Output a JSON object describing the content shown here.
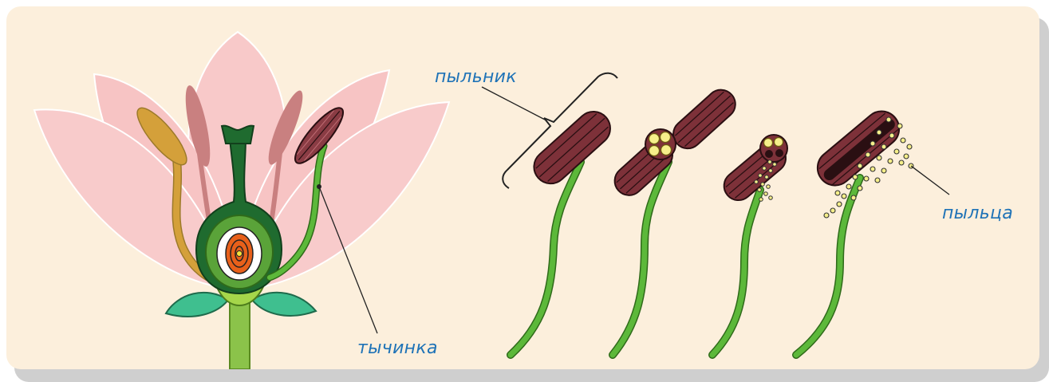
{
  "labels": {
    "anther": "пыльник",
    "stamen": "тычинка",
    "pollen": "пыльца"
  },
  "colors": {
    "background": "#fcefdc",
    "petal": "#f8c9c9",
    "anther": "#8a3c44",
    "filament": "#5cb83a",
    "pollen": "#f6ef8a",
    "label_text": "#1f73b7"
  }
}
